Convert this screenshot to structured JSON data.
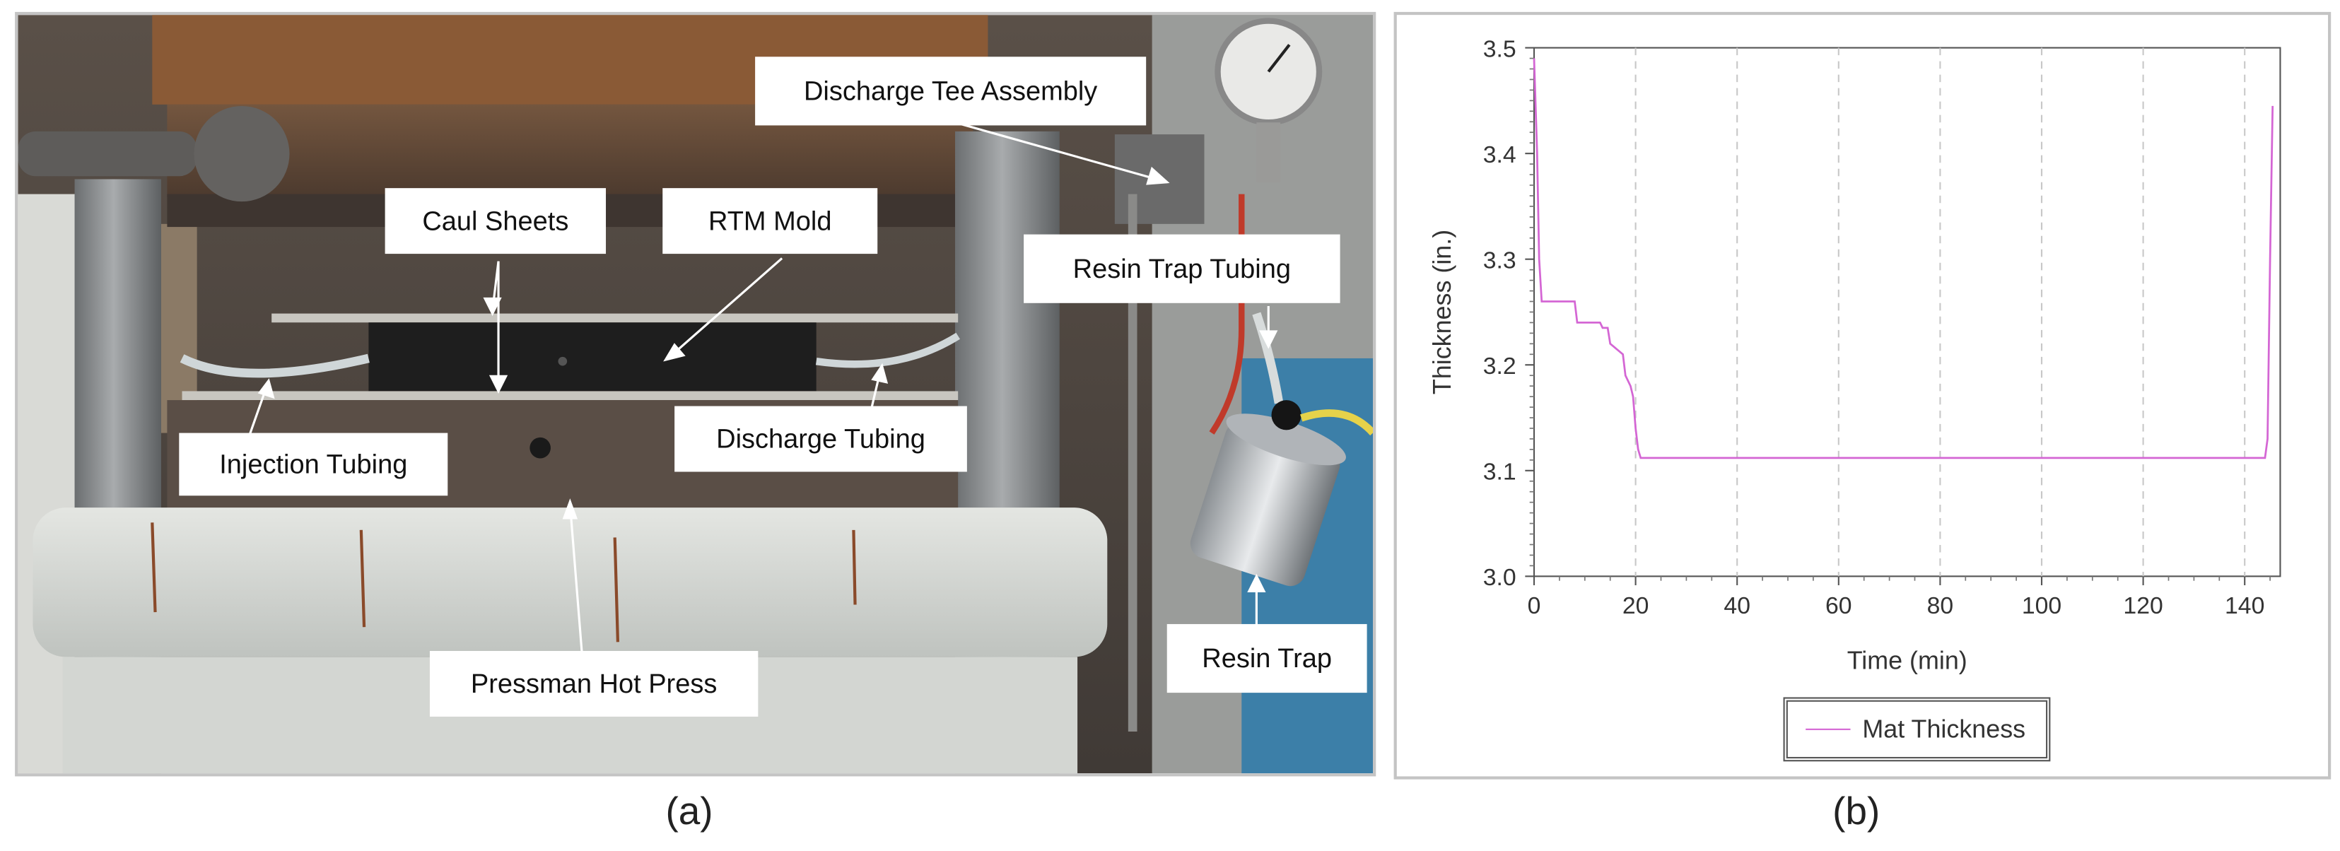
{
  "panel_a": {
    "label": "(a)",
    "callouts": [
      {
        "id": "discharge-tee",
        "text": "Discharge Tee Assembly"
      },
      {
        "id": "caul-sheets",
        "text": "Caul Sheets"
      },
      {
        "id": "rtm-mold",
        "text": "RTM Mold"
      },
      {
        "id": "resin-trap-tubing",
        "text": "Resin Trap Tubing"
      },
      {
        "id": "injection-tubing",
        "text": "Injection Tubing"
      },
      {
        "id": "discharge-tubing",
        "text": "Discharge Tubing"
      },
      {
        "id": "pressman-hot-press",
        "text": "Pressman Hot Press"
      },
      {
        "id": "resin-trap",
        "text": "Resin Trap"
      }
    ]
  },
  "panel_b": {
    "label": "(b)"
  },
  "chart_data": {
    "type": "line",
    "title": "",
    "xlabel": "Time (min)",
    "ylabel": "Thickness (in.)",
    "xlim": [
      0,
      147
    ],
    "ylim": [
      3.0,
      3.5
    ],
    "x_ticks": [
      0,
      20,
      40,
      60,
      80,
      100,
      120,
      140
    ],
    "y_ticks": [
      3.0,
      3.1,
      3.2,
      3.3,
      3.4,
      3.5
    ],
    "y_tick_labels": [
      "3.0",
      "3.1",
      "3.2",
      "3.3",
      "3.4",
      "3.5"
    ],
    "grid": "vertical dashed",
    "legend": "bottom-center",
    "series": [
      {
        "name": "Mat Thickness",
        "color": "#d466d4",
        "x": [
          0.0,
          0.6,
          1.0,
          1.5,
          2.0,
          8.0,
          8.5,
          13.0,
          13.5,
          14.5,
          15.0,
          17.5,
          18.0,
          19.0,
          19.5,
          20.0,
          20.5,
          21.0,
          40.0,
          60.0,
          80.0,
          100.0,
          120.0,
          144.0,
          144.5,
          145.0,
          145.5
        ],
        "y": [
          3.49,
          3.4,
          3.3,
          3.26,
          3.26,
          3.26,
          3.24,
          3.24,
          3.235,
          3.235,
          3.22,
          3.21,
          3.19,
          3.18,
          3.17,
          3.14,
          3.12,
          3.112,
          3.112,
          3.112,
          3.112,
          3.112,
          3.112,
          3.112,
          3.13,
          3.3,
          3.445
        ]
      }
    ]
  }
}
